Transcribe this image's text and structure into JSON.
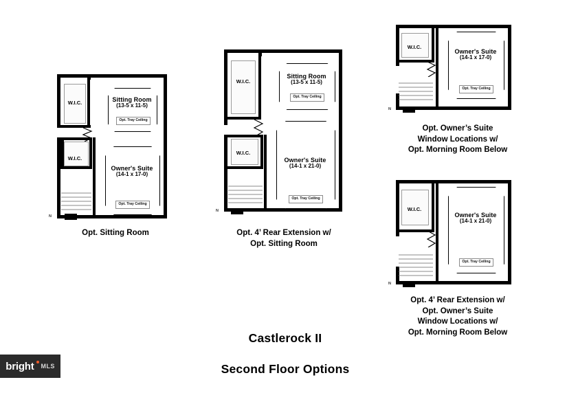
{
  "title": {
    "line1": "Castlerock II",
    "line2": "Second Floor Options"
  },
  "logo": {
    "brand": "bright",
    "suffix": "MLS"
  },
  "plans": [
    {
      "id": "opt-sitting-room",
      "caption": "Opt. Sitting Room",
      "rooms": [
        {
          "name": "Sitting Room",
          "dim": "(13-5 x 11-5)",
          "tray": "Opt. Tray Ceiling"
        },
        {
          "name": "Owner's Suite",
          "dim": "(14-1 x 17-0)",
          "tray": "Opt. Tray Ceiling"
        }
      ],
      "closets": [
        "W.I.C.",
        "W.I.C."
      ],
      "north": "N"
    },
    {
      "id": "opt-4ft-rear-extension-sitting-room",
      "caption": "Opt. 4’ Rear Extension w/\nOpt. Sitting Room",
      "rooms": [
        {
          "name": "Sitting Room",
          "dim": "(13-5 x 11-5)",
          "tray": "Opt. Tray Ceiling"
        },
        {
          "name": "Owner's Suite",
          "dim": "(14-1 x 21-0)",
          "tray": "Opt. Tray Ceiling"
        }
      ],
      "closets": [
        "W.I.C.",
        "W.I.C."
      ],
      "north": "N"
    },
    {
      "id": "opt-owners-suite-window-locations",
      "caption": "Opt. Owner’s Suite\nWindow Locations w/\nOpt. Morning Room Below",
      "rooms": [
        {
          "name": "Owner's Suite",
          "dim": "(14-1 x 17-0)",
          "tray": "Opt. Tray Ceiling"
        }
      ],
      "closets": [
        "W.I.C."
      ],
      "north": "N"
    },
    {
      "id": "opt-4ft-rear-extension-owners-suite-windows",
      "caption": "Opt. 4’ Rear Extension w/\nOpt. Owner’s Suite\nWindow Locations w/\nOpt. Morning Room Below",
      "rooms": [
        {
          "name": "Owner's Suite",
          "dim": "(14-1 x 21-0)",
          "tray": "Opt. Tray Ceiling"
        }
      ],
      "closets": [
        "W.I.C."
      ],
      "north": "N"
    }
  ]
}
